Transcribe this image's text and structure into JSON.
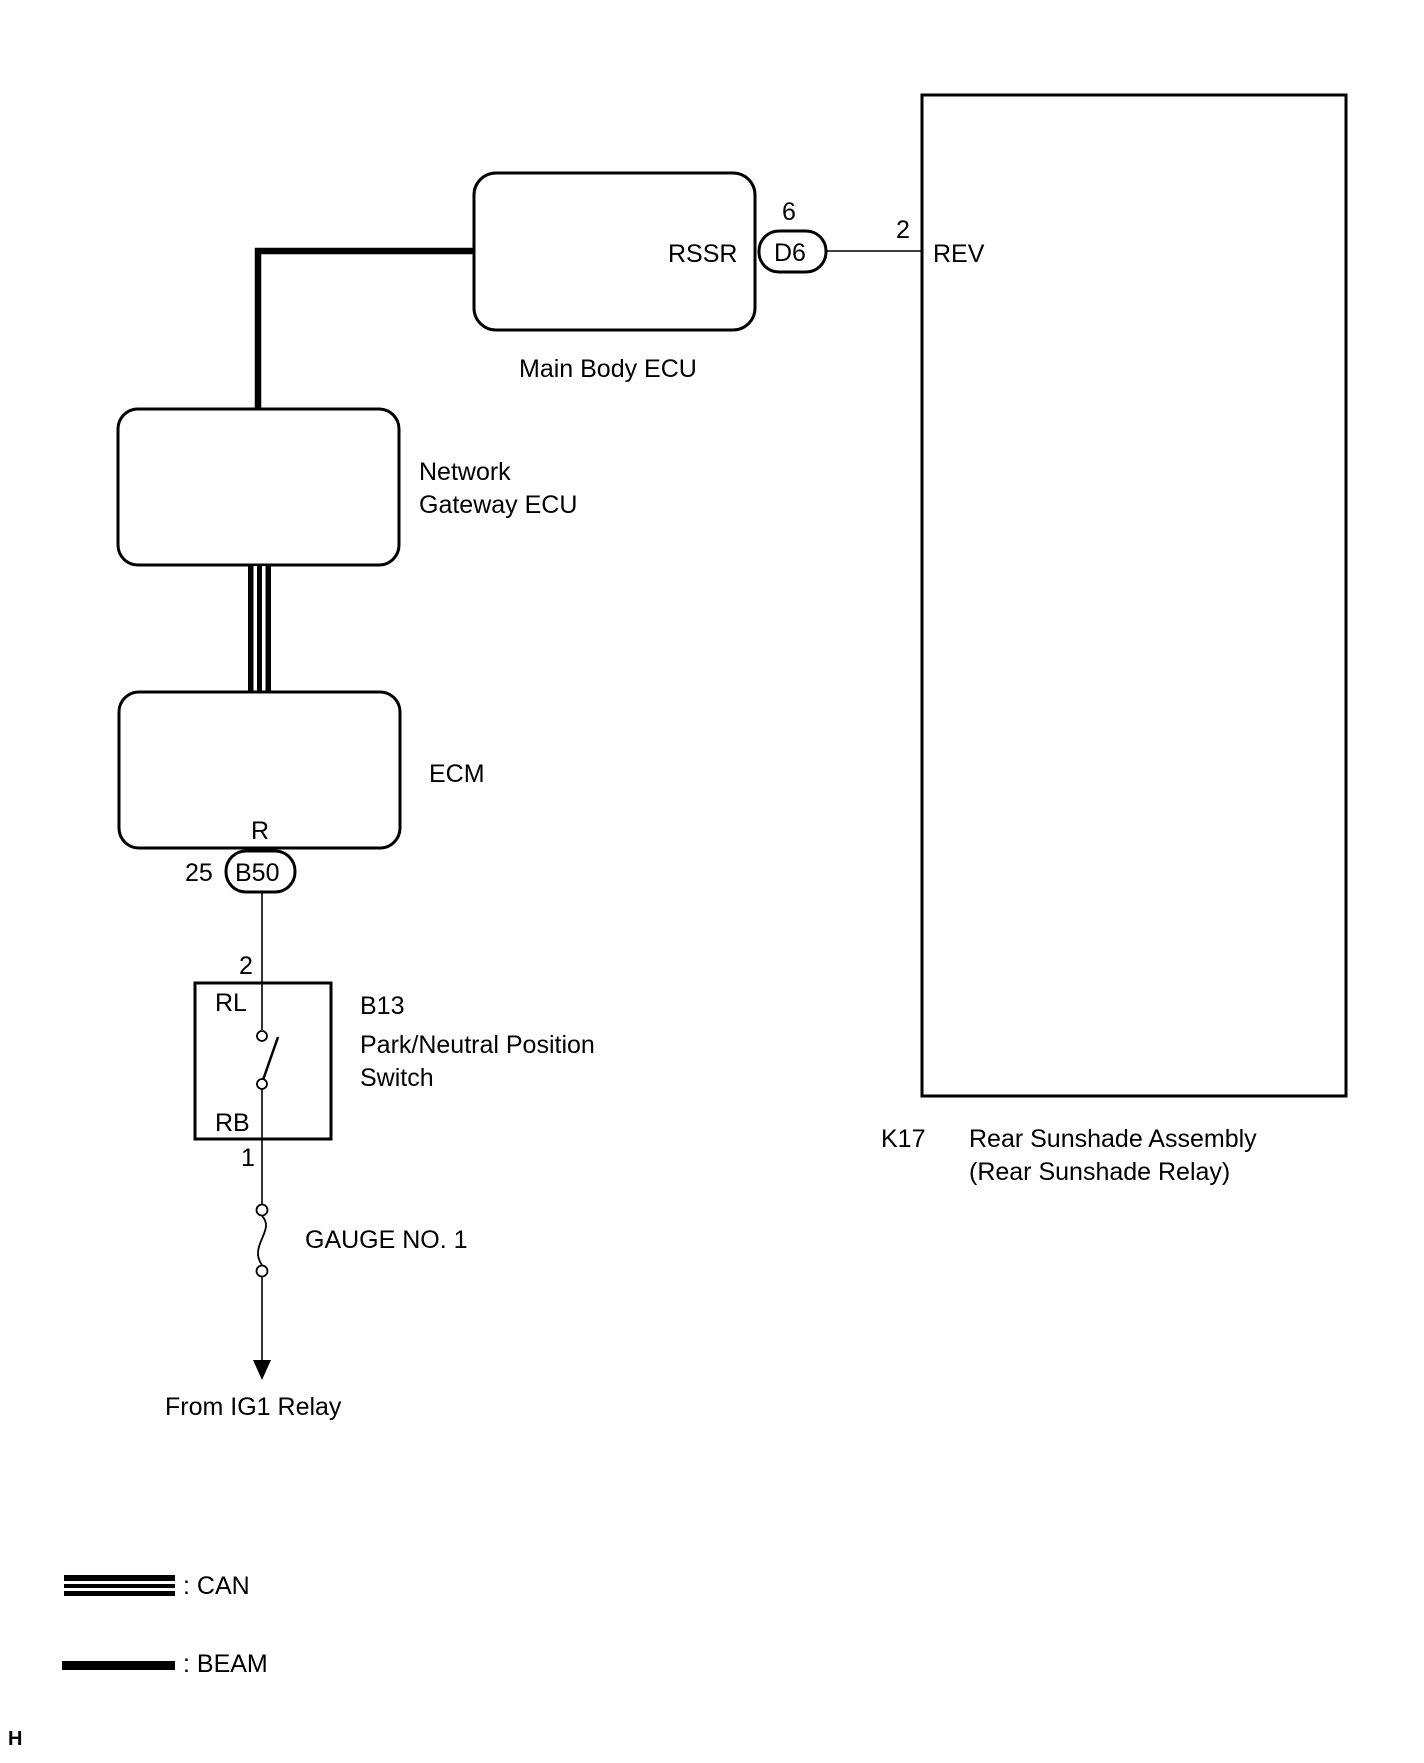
{
  "components": {
    "main_body_ecu": {
      "name": "Main Body ECU",
      "terminal": "RSSR"
    },
    "network_gateway": {
      "line1": "Network",
      "line2": "Gateway ECU"
    },
    "ecm": {
      "name": "ECM",
      "terminal": "R"
    },
    "park_neutral_switch": {
      "code": "B13",
      "line1": "Park/Neutral Position",
      "line2": "Switch",
      "terminal_top": "RL",
      "terminal_bottom": "RB"
    },
    "rear_sunshade": {
      "code": "K17",
      "line1": "Rear Sunshade Assembly",
      "line2": "(Rear Sunshade Relay)",
      "terminal": "REV"
    }
  },
  "connectors": {
    "d6": {
      "label": "D6",
      "pin": "6"
    },
    "b50": {
      "label": "B50",
      "pin": "25"
    },
    "k17_pin": "2",
    "b13_pin_top": "2",
    "b13_pin_bottom": "1"
  },
  "fuse": {
    "label": "GAUGE NO. 1"
  },
  "source": {
    "label": "From IG1 Relay"
  },
  "legend": {
    "can": ": CAN",
    "beam": ": BEAM"
  },
  "corner_mark": "H"
}
